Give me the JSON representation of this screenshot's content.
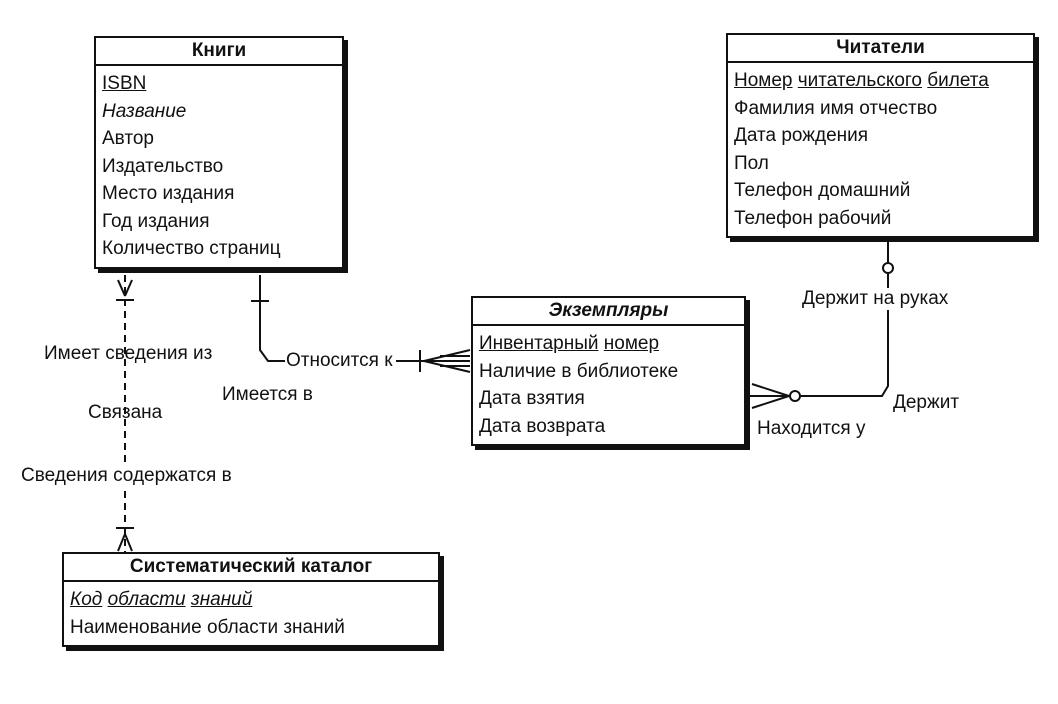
{
  "books": {
    "title": "Книги",
    "attrs": [
      "ISBN",
      "Название",
      "Автор",
      "Издательство",
      "Место издания",
      "Год издания",
      "Количество страниц"
    ]
  },
  "readers": {
    "title": "Читатели",
    "key_parts": [
      "Номер",
      "читательского",
      "билета"
    ],
    "attrs": [
      "Фамилия имя отчество",
      "Дата рождения",
      "Пол",
      "Телефон домашний",
      "Телефон рабочий"
    ]
  },
  "copies": {
    "title": "Экземпляры",
    "key_parts": [
      "Инвентарный",
      "номер"
    ],
    "attrs": [
      "Наличие в библиотеке",
      "Дата взятия",
      "Дата возврата"
    ]
  },
  "catalog": {
    "title": "Систематический каталог",
    "key_parts": [
      "Код",
      "области",
      "знаний"
    ],
    "attrs": [
      "Наименование области знаний"
    ]
  },
  "labels": {
    "has_info_from": "Имеет сведения из",
    "linked": "Связана",
    "info_contained_in": "Сведения содержатся в",
    "refers_to": "Относится к",
    "available_in": "Имеется в",
    "holds_on_hands": "Держит на руках",
    "holds": "Держит",
    "located_at": "Находится у"
  }
}
